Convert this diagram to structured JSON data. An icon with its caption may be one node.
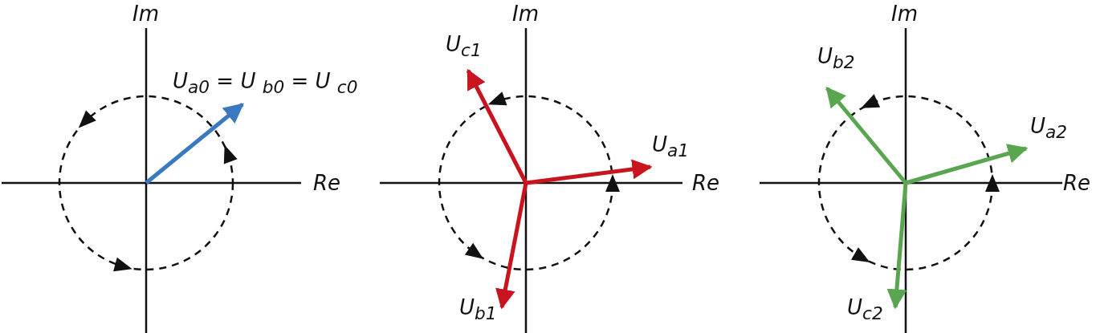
{
  "diagram": {
    "labels": [
      "Im",
      "U$_{a0}$ = U $_{b0}$ = U $_{c0}$",
      "Re",
      "Im",
      "U$_{c1}$",
      "U$_{a1}$",
      "Re",
      "U$_{b1}$",
      "Im",
      "U$_{b2}$",
      "U$_{a2}$",
      "Re",
      "U$_{c2}$"
    ]
  }
}
